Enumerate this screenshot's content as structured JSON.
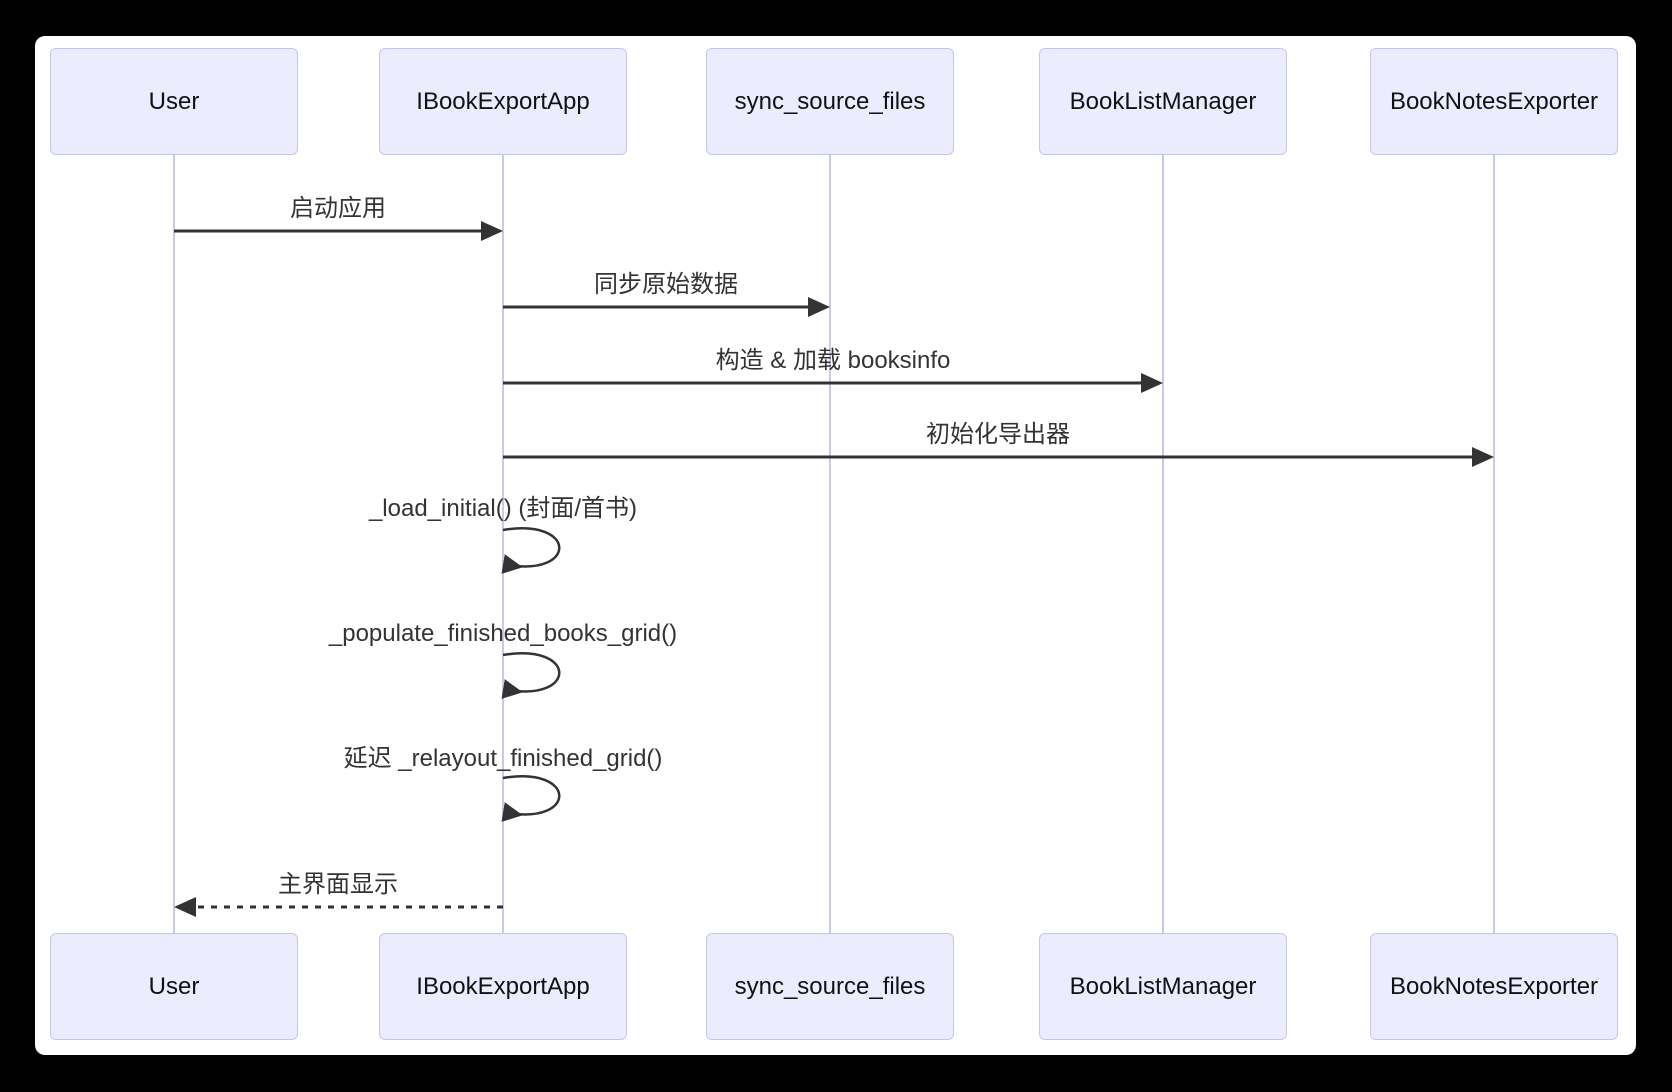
{
  "diagram": {
    "type": "sequence-diagram",
    "actors": [
      {
        "name": "User"
      },
      {
        "name": "IBookExportApp"
      },
      {
        "name": "sync_source_files"
      },
      {
        "name": "BookListManager"
      },
      {
        "name": "BookNotesExporter"
      }
    ],
    "messages": [
      {
        "from": "User",
        "to": "IBookExportApp",
        "label": "启动应用",
        "style": "solid"
      },
      {
        "from": "IBookExportApp",
        "to": "sync_source_files",
        "label": "同步原始数据",
        "style": "solid"
      },
      {
        "from": "IBookExportApp",
        "to": "BookListManager",
        "label": "构造 & 加载 booksinfo",
        "style": "solid"
      },
      {
        "from": "IBookExportApp",
        "to": "BookNotesExporter",
        "label": "初始化导出器",
        "style": "solid"
      },
      {
        "from": "IBookExportApp",
        "to": "IBookExportApp",
        "label": "_load_initial() (封面/首书)",
        "style": "self-loop"
      },
      {
        "from": "IBookExportApp",
        "to": "IBookExportApp",
        "label": "_populate_finished_books_grid()",
        "style": "self-loop"
      },
      {
        "from": "IBookExportApp",
        "to": "IBookExportApp",
        "label": "延迟 _relayout_finished_grid()",
        "style": "self-loop"
      },
      {
        "from": "IBookExportApp",
        "to": "User",
        "label": "主界面显示",
        "style": "dashed-return"
      }
    ],
    "colors": {
      "page_bg": "#000000",
      "canvas_bg": "#ffffff",
      "actor_fill": "#ececff",
      "actor_border": "#c9c5e8",
      "actor_text": "#111111",
      "lifeline": "#ccc9e8",
      "arrow": "#333333",
      "text": "#333333"
    }
  }
}
